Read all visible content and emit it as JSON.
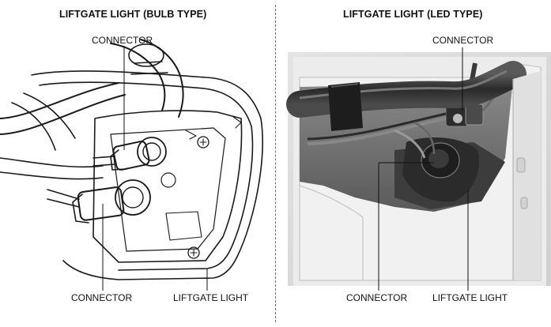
{
  "left": {
    "title": "LIFTGATE LIGHT (BULB TYPE)",
    "labels": {
      "connector_top": "CONNECTOR",
      "connector_bottom": "CONNECTOR",
      "liftgate_light": "LIFTGATE LIGHT"
    }
  },
  "right": {
    "title": "LIFTGATE LIGHT (LED TYPE)",
    "labels": {
      "connector_top": "CONNECTOR",
      "connector_bottom": "CONNECTOR",
      "liftgate_light": "LIFTGATE LIGHT"
    }
  }
}
